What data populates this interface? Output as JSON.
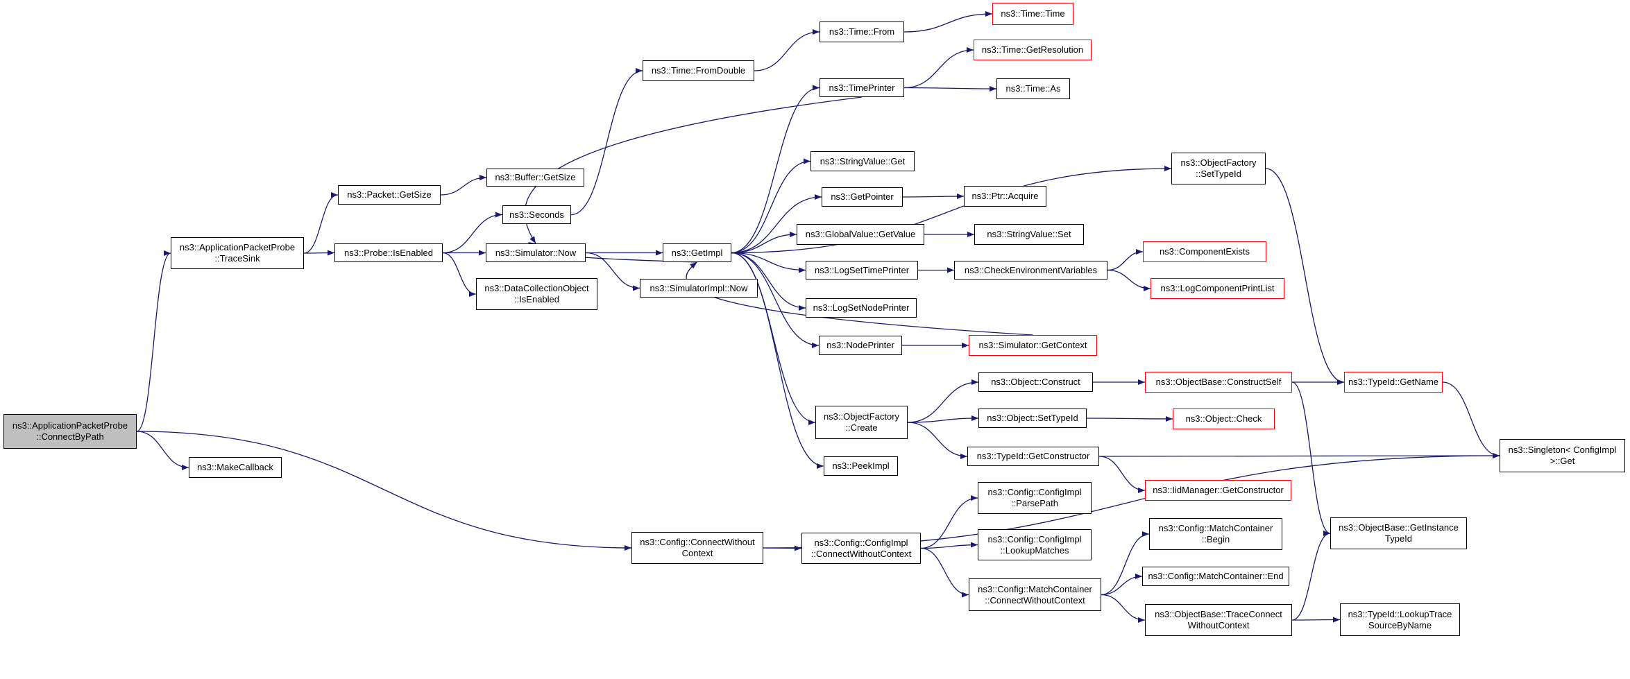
{
  "colors": {
    "edge": "#191970",
    "node_border": "#000000",
    "external_border": "#ff0000",
    "root_fill": "#bfbfbf"
  },
  "nodes": [
    {
      "id": "root",
      "lines": [
        "ns3::ApplicationPacketProbe",
        "::ConnectByPath"
      ],
      "style": "root"
    },
    {
      "id": "makecallback",
      "lines": [
        "ns3::MakeCallback"
      ]
    },
    {
      "id": "tracesink",
      "lines": [
        "ns3::ApplicationPacketProbe",
        "::TraceSink"
      ]
    },
    {
      "id": "packetgetsize",
      "lines": [
        "ns3::Packet::GetSize"
      ]
    },
    {
      "id": "buffergetsize",
      "lines": [
        "ns3::Buffer::GetSize"
      ]
    },
    {
      "id": "probeisenabled",
      "lines": [
        "ns3::Probe::IsEnabled"
      ]
    },
    {
      "id": "seconds",
      "lines": [
        "ns3::Seconds"
      ]
    },
    {
      "id": "simnow",
      "lines": [
        "ns3::Simulator::Now"
      ]
    },
    {
      "id": "dcoisenabled",
      "lines": [
        "ns3::DataCollectionObject",
        "::IsEnabled"
      ]
    },
    {
      "id": "timefromdouble",
      "lines": [
        "ns3::Time::FromDouble"
      ]
    },
    {
      "id": "timefrom",
      "lines": [
        "ns3::Time::From"
      ]
    },
    {
      "id": "timetime",
      "lines": [
        "ns3::Time::Time"
      ],
      "style": "ext"
    },
    {
      "id": "timegetres",
      "lines": [
        "ns3::Time::GetResolution"
      ],
      "style": "ext"
    },
    {
      "id": "timeprinter",
      "lines": [
        "ns3::TimePrinter"
      ]
    },
    {
      "id": "timeas",
      "lines": [
        "ns3::Time::As"
      ]
    },
    {
      "id": "getimpl",
      "lines": [
        "ns3::GetImpl"
      ]
    },
    {
      "id": "simimplnow",
      "lines": [
        "ns3::SimulatorImpl::Now"
      ]
    },
    {
      "id": "stringvalueget",
      "lines": [
        "ns3::StringValue::Get"
      ]
    },
    {
      "id": "getpointer",
      "lines": [
        "ns3::GetPointer"
      ]
    },
    {
      "id": "ptracquire",
      "lines": [
        "ns3::Ptr::Acquire"
      ]
    },
    {
      "id": "globalgetvalue",
      "lines": [
        "ns3::GlobalValue::GetValue"
      ]
    },
    {
      "id": "stringvalueset",
      "lines": [
        "ns3::StringValue::Set"
      ]
    },
    {
      "id": "logsettimeprinter",
      "lines": [
        "ns3::LogSetTimePrinter"
      ]
    },
    {
      "id": "checkenv",
      "lines": [
        "ns3::CheckEnvironmentVariables"
      ]
    },
    {
      "id": "componentexists",
      "lines": [
        "ns3::ComponentExists"
      ],
      "style": "ext"
    },
    {
      "id": "logcomponentprintlist",
      "lines": [
        "ns3::LogComponentPrintList"
      ],
      "style": "ext"
    },
    {
      "id": "logsetnodeprinter",
      "lines": [
        "ns3::LogSetNodePrinter"
      ]
    },
    {
      "id": "nodeprinter",
      "lines": [
        "ns3::NodePrinter"
      ]
    },
    {
      "id": "simgetcontext",
      "lines": [
        "ns3::Simulator::GetContext"
      ],
      "style": "ext"
    },
    {
      "id": "ofsettypeid",
      "lines": [
        "ns3::ObjectFactory",
        "::SetTypeId"
      ]
    },
    {
      "id": "objconstruct",
      "lines": [
        "ns3::Object::Construct"
      ]
    },
    {
      "id": "obconstructself",
      "lines": [
        "ns3::ObjectBase::ConstructSelf"
      ],
      "style": "ext"
    },
    {
      "id": "typeidgetname",
      "lines": [
        "ns3::TypeId::GetName"
      ],
      "style": "ext"
    },
    {
      "id": "ofcreate",
      "lines": [
        "ns3::ObjectFactory",
        "::Create"
      ]
    },
    {
      "id": "objsettypeid",
      "lines": [
        "ns3::Object::SetTypeId"
      ]
    },
    {
      "id": "objcheck",
      "lines": [
        "ns3::Object::Check"
      ],
      "style": "ext"
    },
    {
      "id": "typeidgetconstructor",
      "lines": [
        "ns3::TypeId::GetConstructor"
      ]
    },
    {
      "id": "singletonget",
      "lines": [
        "ns3::Singleton< ConfigImpl",
        ">::Get"
      ]
    },
    {
      "id": "iidmanagergetconstructor",
      "lines": [
        "ns3::IidManager::GetConstructor"
      ],
      "style": "ext"
    },
    {
      "id": "peekimpl",
      "lines": [
        "ns3::PeekImpl"
      ]
    },
    {
      "id": "configconnect",
      "lines": [
        "ns3::Config::ConnectWithout",
        "Context"
      ]
    },
    {
      "id": "configimplconnect",
      "lines": [
        "ns3::Config::ConfigImpl",
        "::ConnectWithoutContext"
      ]
    },
    {
      "id": "parsepath",
      "lines": [
        "ns3::Config::ConfigImpl",
        "::ParsePath"
      ]
    },
    {
      "id": "lookupmatches",
      "lines": [
        "ns3::Config::ConfigImpl",
        "::LookupMatches"
      ]
    },
    {
      "id": "mcconnect",
      "lines": [
        "ns3::Config::MatchContainer",
        "::ConnectWithoutContext"
      ]
    },
    {
      "id": "mcbegin",
      "lines": [
        "ns3::Config::MatchContainer",
        "::Begin"
      ]
    },
    {
      "id": "mcend",
      "lines": [
        "ns3::Config::MatchContainer::End"
      ]
    },
    {
      "id": "obtraceconnect",
      "lines": [
        "ns3::ObjectBase::TraceConnect",
        "WithoutContext"
      ]
    },
    {
      "id": "obgetinstancetypeid",
      "lines": [
        "ns3::ObjectBase::GetInstance",
        "TypeId"
      ]
    },
    {
      "id": "lookuptracesource",
      "lines": [
        "ns3::TypeId::LookupTrace",
        "SourceByName"
      ]
    }
  ],
  "edges": [
    [
      "root",
      "tracesink"
    ],
    [
      "root",
      "makecallback"
    ],
    [
      "root",
      "configconnect"
    ],
    [
      "tracesink",
      "packetgetsize"
    ],
    [
      "tracesink",
      "probeisenabled"
    ],
    [
      "packetgetsize",
      "buffergetsize"
    ],
    [
      "probeisenabled",
      "seconds"
    ],
    [
      "probeisenabled",
      "simnow"
    ],
    [
      "probeisenabled",
      "dcoisenabled"
    ],
    [
      "seconds",
      "timefromdouble"
    ],
    [
      "timefromdouble",
      "timefrom"
    ],
    [
      "timefrom",
      "timetime"
    ],
    [
      "simnow",
      "getimpl"
    ],
    [
      "simnow",
      "simimplnow"
    ],
    [
      "getimpl",
      "timeprinter"
    ],
    [
      "getimpl",
      "simnow"
    ],
    [
      "getimpl",
      "ofsettypeid"
    ],
    [
      "getimpl",
      "stringvalueget"
    ],
    [
      "getimpl",
      "getpointer"
    ],
    [
      "getimpl",
      "globalgetvalue"
    ],
    [
      "getimpl",
      "logsettimeprinter"
    ],
    [
      "getimpl",
      "logsetnodeprinter"
    ],
    [
      "getimpl",
      "nodeprinter"
    ],
    [
      "getimpl",
      "ofcreate"
    ],
    [
      "getimpl",
      "peekimpl"
    ],
    [
      "timeprinter",
      "timegetres"
    ],
    [
      "timeprinter",
      "timeas"
    ],
    [
      "timeprinter",
      "simnow"
    ],
    [
      "getpointer",
      "ptracquire"
    ],
    [
      "globalgetvalue",
      "stringvalueset"
    ],
    [
      "logsettimeprinter",
      "checkenv"
    ],
    [
      "checkenv",
      "componentexists"
    ],
    [
      "checkenv",
      "logcomponentprintlist"
    ],
    [
      "nodeprinter",
      "simgetcontext"
    ],
    [
      "simgetcontext",
      "getimpl"
    ],
    [
      "ofsettypeid",
      "typeidgetname"
    ],
    [
      "ofcreate",
      "objconstruct"
    ],
    [
      "ofcreate",
      "objsettypeid"
    ],
    [
      "ofcreate",
      "typeidgetconstructor"
    ],
    [
      "objconstruct",
      "obconstructself"
    ],
    [
      "obconstructself",
      "typeidgetname"
    ],
    [
      "obconstructself",
      "obgetinstancetypeid"
    ],
    [
      "typeidgetname",
      "singletonget"
    ],
    [
      "objsettypeid",
      "objcheck"
    ],
    [
      "typeidgetconstructor",
      "singletonget"
    ],
    [
      "typeidgetconstructor",
      "iidmanagergetconstructor"
    ],
    [
      "configconnect",
      "configimplconnect"
    ],
    [
      "configconnect",
      "singletonget"
    ],
    [
      "configimplconnect",
      "parsepath"
    ],
    [
      "configimplconnect",
      "lookupmatches"
    ],
    [
      "configimplconnect",
      "mcconnect"
    ],
    [
      "mcconnect",
      "mcbegin"
    ],
    [
      "mcconnect",
      "mcend"
    ],
    [
      "mcconnect",
      "obtraceconnect"
    ],
    [
      "obtraceconnect",
      "obgetinstancetypeid"
    ],
    [
      "obtraceconnect",
      "lookuptracesource"
    ]
  ]
}
